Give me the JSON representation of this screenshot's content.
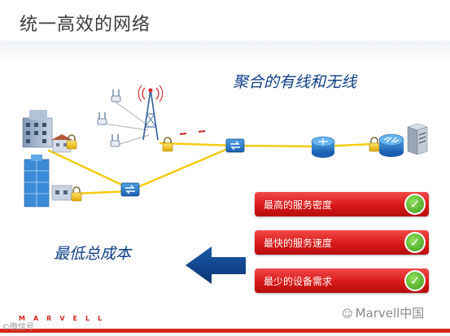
{
  "title": "统一高效的网络",
  "subtitle": "聚合的有线和无线",
  "cost_label": "最低总成本",
  "benefits": [
    {
      "label": "最高的服务密度"
    },
    {
      "label": "最快的服务速度"
    },
    {
      "label": "最少的设备需求"
    }
  ],
  "brand": "MARVELL",
  "watermark_left": "©微信号",
  "watermark_right": "Marvell中国",
  "colors": {
    "accent_red": "#d6271c",
    "link_yellow": "#f2cc12",
    "text_blue": "#0d3f86",
    "arrow_blue": "#0b3e88",
    "check_green": "#46a81f"
  },
  "icons": [
    "building-icon",
    "lock-icon",
    "access-point-icon",
    "cell-tower-icon",
    "switch-icon",
    "router-icon",
    "server-icon",
    "arrow-left-icon",
    "check-icon",
    "wechat-icon"
  ]
}
